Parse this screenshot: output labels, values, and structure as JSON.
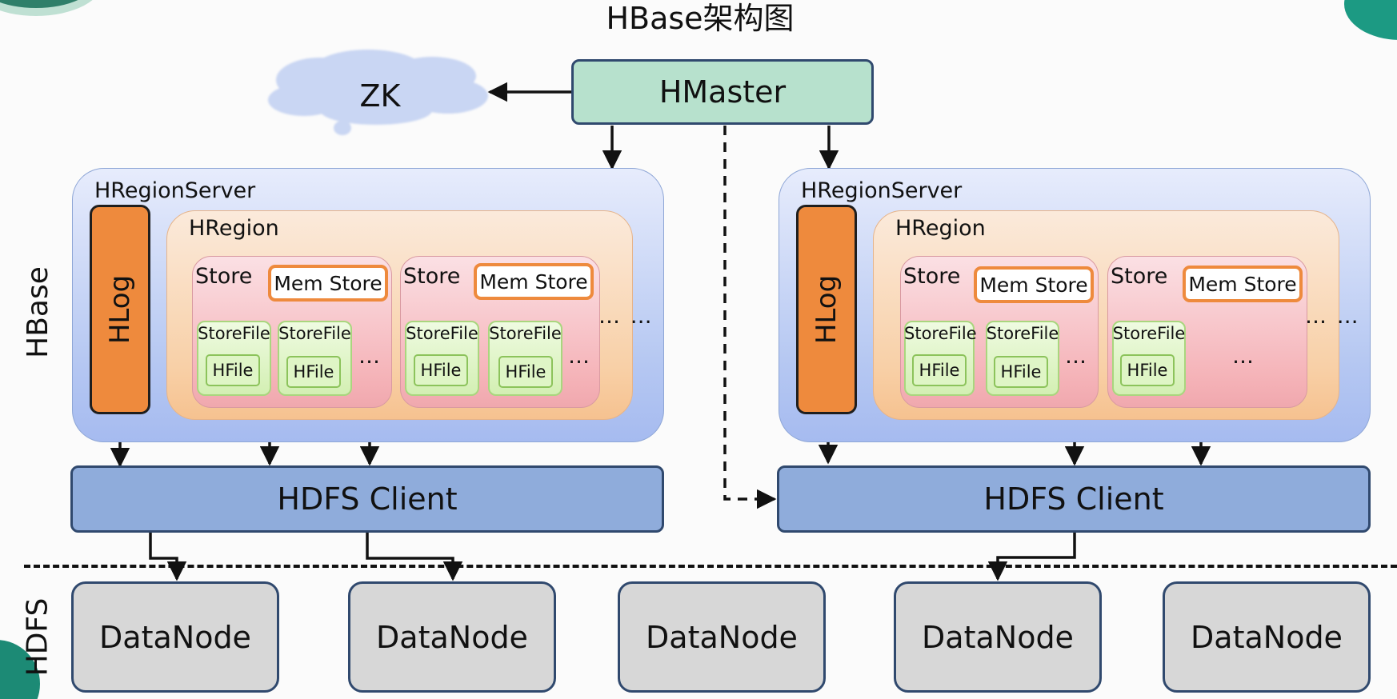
{
  "title": "HBase架构图",
  "zk": "ZK",
  "hmaster": "HMaster",
  "side_labels": {
    "hbase": "HBase",
    "hdfs": "HDFS"
  },
  "region_servers": [
    {
      "label": "HRegionServer",
      "hlog": "HLog",
      "region": {
        "label": "HRegion",
        "stores": [
          {
            "label": "Store",
            "memstore": "Mem Store",
            "storefiles": [
              {
                "label": "StoreFile",
                "hfile": "HFile"
              },
              {
                "label": "StoreFile",
                "hfile": "HFile"
              }
            ],
            "dots": "…"
          },
          {
            "label": "Store",
            "memstore": "Mem Store",
            "storefiles": [
              {
                "label": "StoreFile",
                "hfile": "HFile"
              },
              {
                "label": "StoreFile",
                "hfile": "HFile"
              }
            ],
            "dots": "…"
          }
        ],
        "dots": "… …"
      },
      "hdfs_client": "HDFS Client"
    },
    {
      "label": "HRegionServer",
      "hlog": "HLog",
      "region": {
        "label": "HRegion",
        "stores": [
          {
            "label": "Store",
            "memstore": "Mem Store",
            "storefiles": [
              {
                "label": "StoreFile",
                "hfile": "HFile"
              },
              {
                "label": "StoreFile",
                "hfile": "HFile"
              }
            ],
            "dots": "…"
          },
          {
            "label": "Store",
            "memstore": "Mem Store",
            "storefiles": [
              {
                "label": "StoreFile",
                "hfile": "HFile"
              }
            ],
            "dots": "…"
          }
        ],
        "dots": "… …"
      },
      "hdfs_client": "HDFS Client"
    }
  ],
  "datanodes": [
    "DataNode",
    "DataNode",
    "DataNode",
    "DataNode",
    "DataNode"
  ]
}
